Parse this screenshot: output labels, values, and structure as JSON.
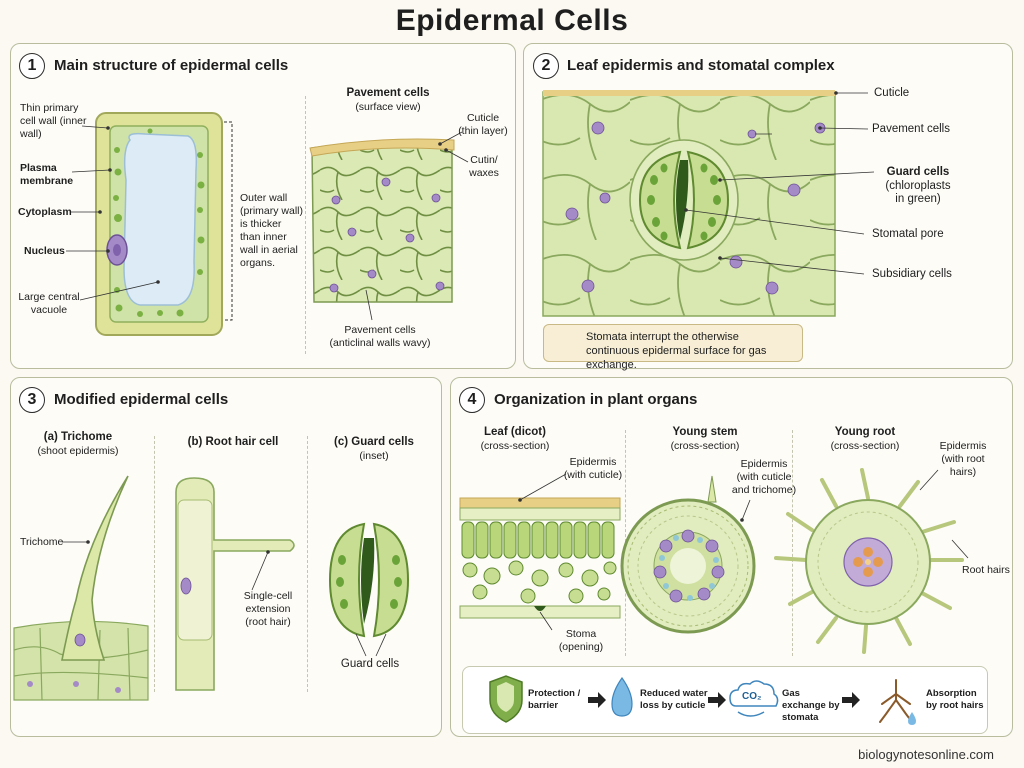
{
  "title": "Epidermal Cells",
  "footer": "biologynotesonline.com",
  "panel1": {
    "num": "1",
    "title": "Main structure of epidermal cells",
    "labels": {
      "thin_wall": "Thin primary cell wall (inner wall)",
      "plasma": "Plasma membrane",
      "cytoplasm": "Cytoplasm",
      "nucleus": "Nucleus",
      "vacuole": "Large central vacuole",
      "outer_wall": "Outer wall (primary wall) is thicker than inner wall in aerial organs."
    },
    "pavement_header": "Pavement cells",
    "pavement_sub": "(surface view)",
    "cuticle": "Cuticle (thin layer)",
    "cutin": "Cutin/ waxes",
    "pavement_bottom": "Pavement cells (anticlinal walls wavy)"
  },
  "panel2": {
    "num": "2",
    "title": "Leaf epidermis and stomatal complex",
    "labels": {
      "cuticle": "Cuticle",
      "pavement": "Pavement cells",
      "guard_bold": "Guard cells",
      "guard_rest": "(chloroplasts in green)",
      "pore": "Stomatal pore",
      "subsidiary": "Subsidiary cells"
    },
    "note": "Stomata interrupt the otherwise continuous epidermal surface for gas exchange."
  },
  "panel3": {
    "num": "3",
    "title": "Modified epidermal cells",
    "a_header": "(a) Trichome",
    "a_sub": "(shoot epidermis)",
    "b_header": "(b) Root hair cell",
    "c_header": "(c) Guard cells",
    "c_sub": "(inset)",
    "trichome": "Trichome",
    "single_cell": "Single-cell extension (root hair)",
    "guard_cells": "Guard cells"
  },
  "panel4": {
    "num": "4",
    "title": "Organization in plant organs",
    "leaf_header": "Leaf (dicot)",
    "leaf_sub": "(cross-section)",
    "stem_header": "Young stem",
    "stem_sub": "(cross-section)",
    "root_header": "Young root",
    "root_sub": "(cross-section)",
    "leaf_epi": "Epidermis (with cuticle)",
    "stem_epi": "Epidermis (with cuticle and trichome)",
    "root_epi": "Epidermis (with root hairs)",
    "stoma": "Stoma (opening)",
    "root_hairs": "Root hairs"
  },
  "legend": {
    "items": [
      {
        "label": "Protection / barrier",
        "icon": "shield-icon"
      },
      {
        "label": "Reduced water loss by cuticle",
        "icon": "water-drop-icon"
      },
      {
        "label": "Gas exchange by stomata",
        "icon": "co2-icon",
        "glyph": "CO₂"
      },
      {
        "label": "Absorption by root hairs",
        "icon": "root-icon"
      }
    ]
  },
  "colors": {
    "cell_green": "#dbe9b4",
    "wall_yellow": "#dfe39a",
    "nucleus_purple": "#a58ac8",
    "chloroplast": "#6aa338",
    "vacuole_blue": "#dcebf6",
    "cuticle_tan": "#e8cf86"
  }
}
